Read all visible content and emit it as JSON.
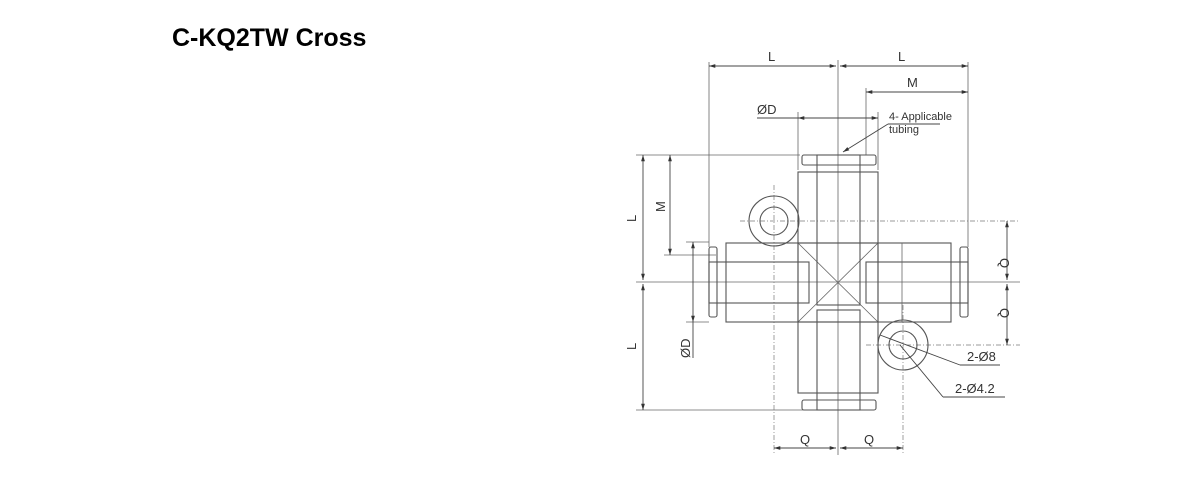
{
  "title": "C-KQ2TW Cross",
  "drawing": {
    "labels": {
      "L": "L",
      "M": "M",
      "D": "ØD",
      "Q": "Q",
      "tubing_line1": "4- Applicable",
      "tubing_line2": "tubing",
      "hole_outer": "2-Ø8",
      "hole_inner": "2-Ø4.2"
    }
  }
}
